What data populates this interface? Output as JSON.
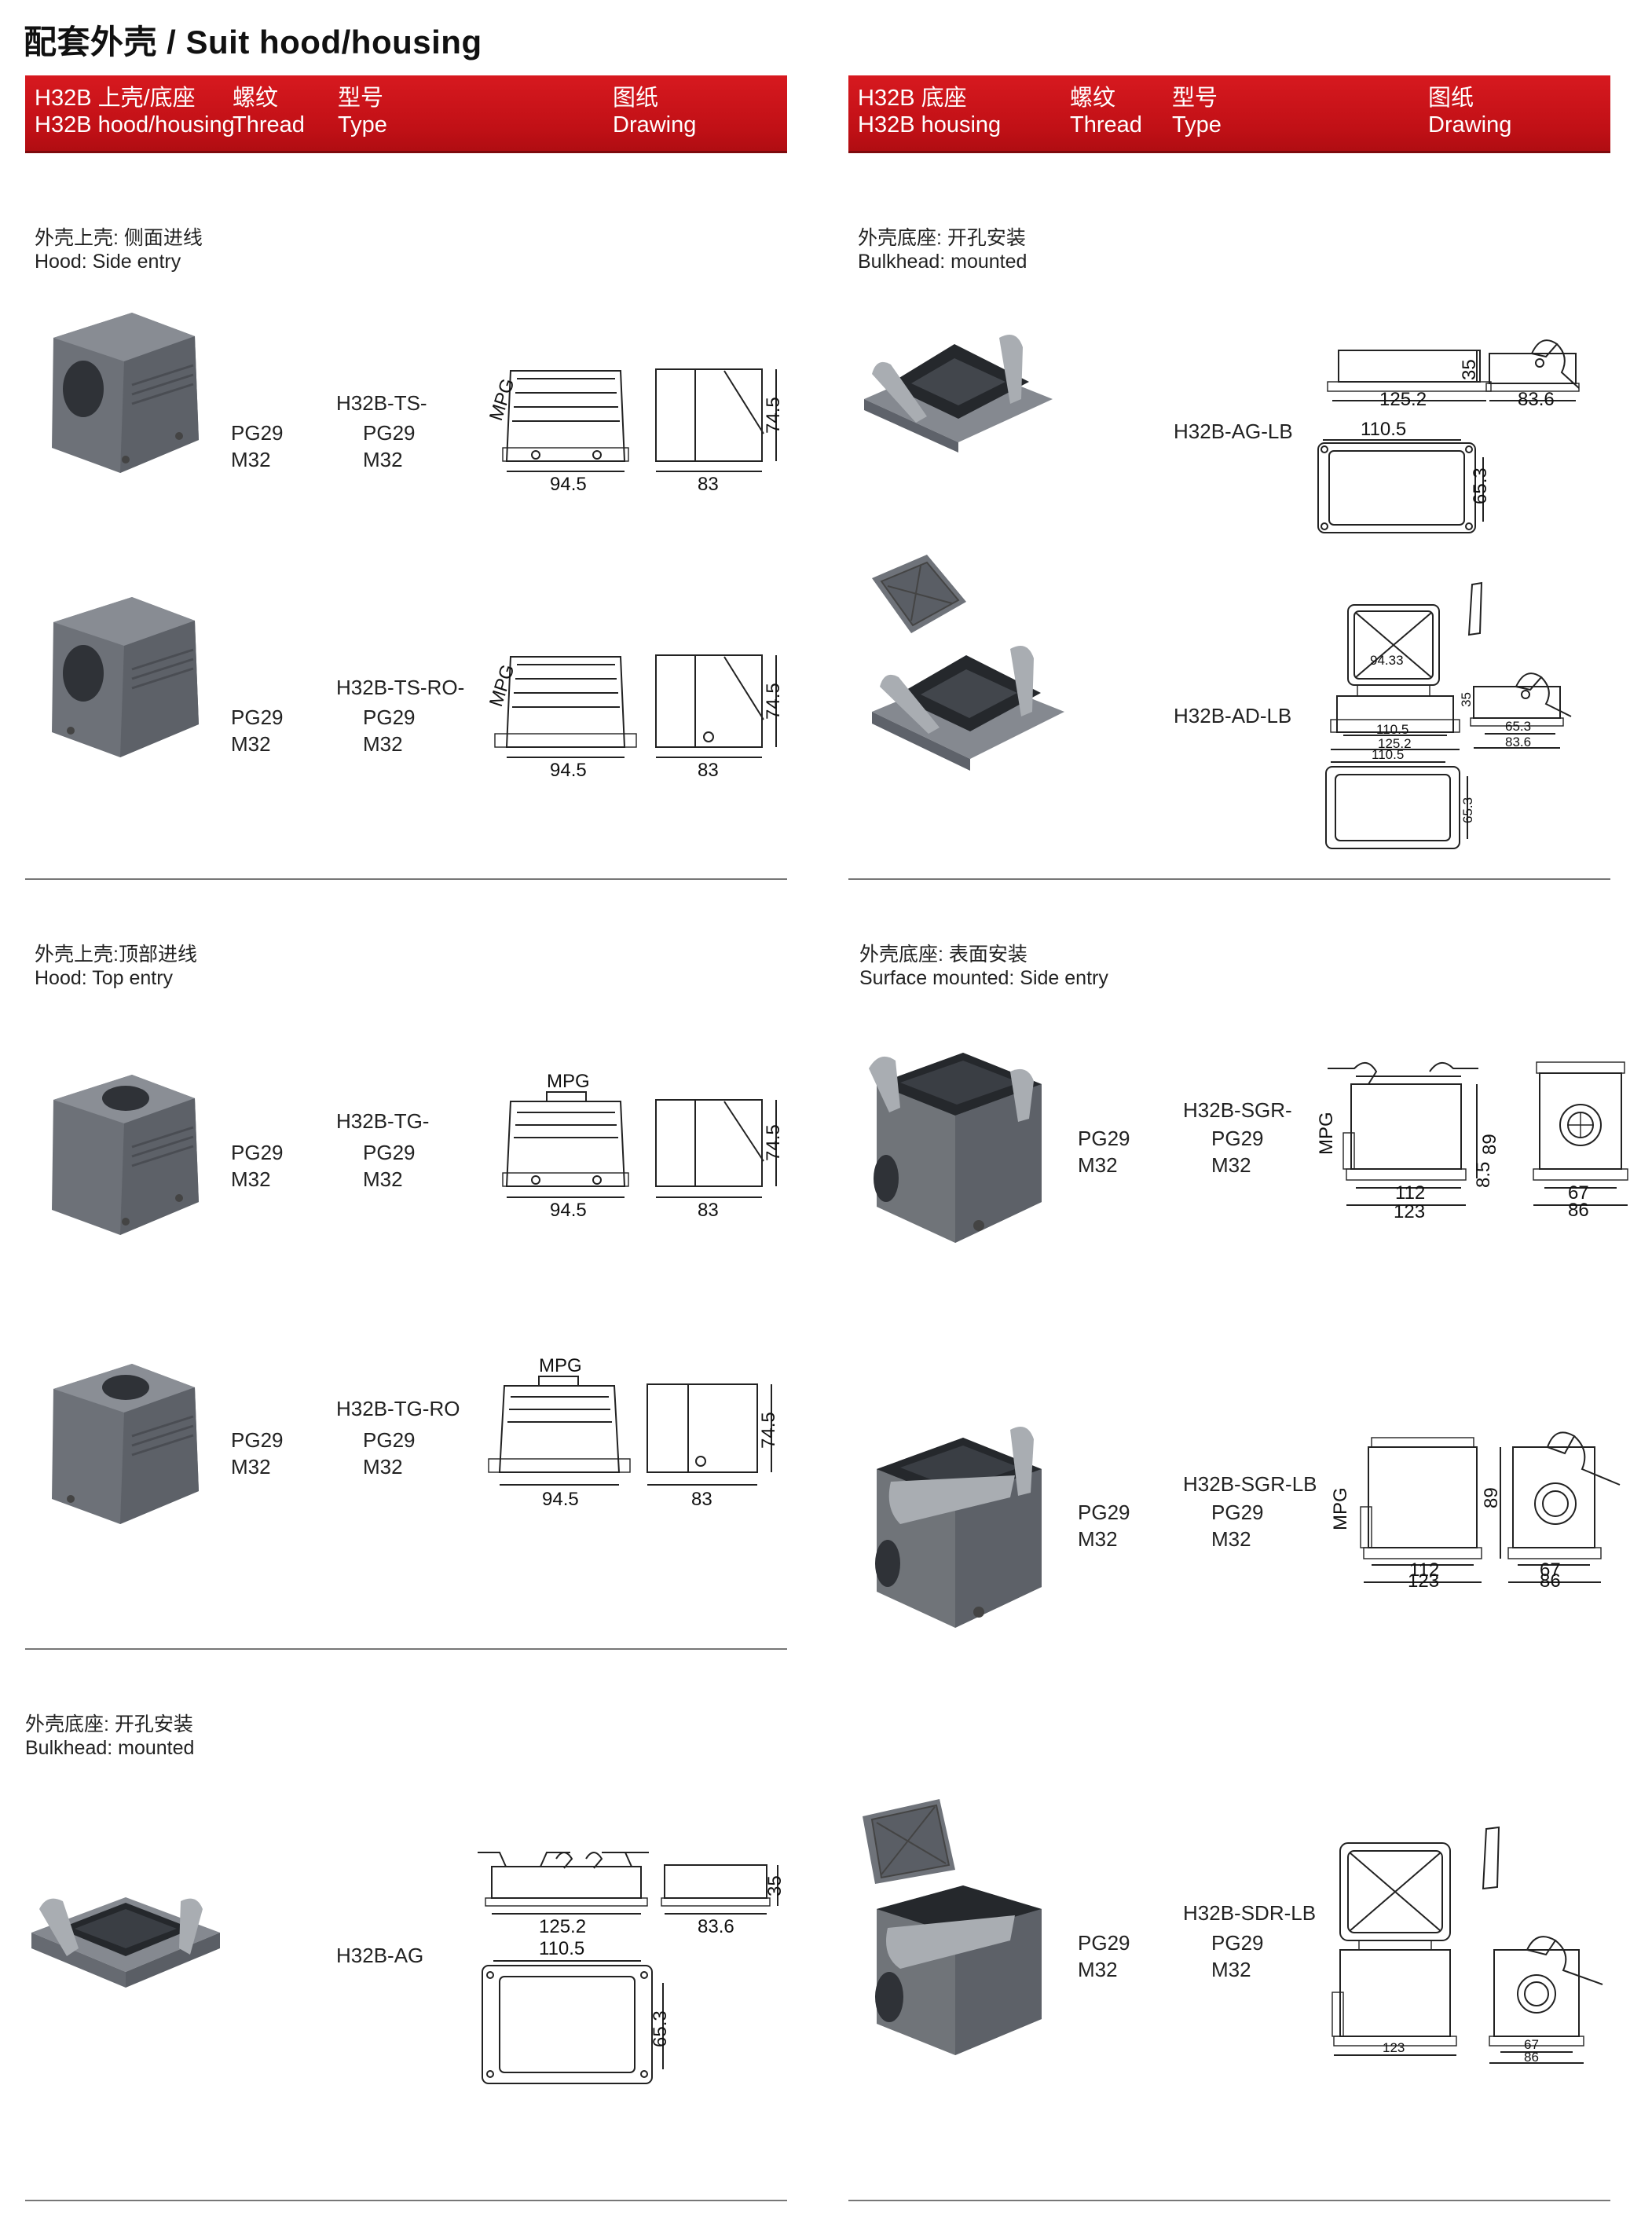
{
  "page": {
    "title": "配套外壳 / Suit hood/housing"
  },
  "colors": {
    "header_red": "#c8141a",
    "product_grey": "#6f737a",
    "frame_dark": "#25282c",
    "hinge_silver": "#a9adb2"
  },
  "header_left": {
    "col1": [
      "H32B 上壳/底座",
      "H32B hood/housing"
    ],
    "col2": [
      "螺纹",
      "Thread"
    ],
    "col3": [
      "型号",
      "Type"
    ],
    "col4": [
      "图纸",
      "Drawing"
    ]
  },
  "header_right": {
    "col1": [
      "H32B 底座",
      "H32B housing"
    ],
    "col2": [
      "螺纹",
      "Thread"
    ],
    "col3": [
      "型号",
      "Type"
    ],
    "col4": [
      "图纸",
      "Drawing"
    ]
  },
  "sections": {
    "hood_side": {
      "zh": "外壳上壳: 侧面进线",
      "en": "Hood: Side entry"
    },
    "hood_top": {
      "zh": "外壳上壳:顶部进线",
      "en": "Hood: Top entry"
    },
    "bulk_left": {
      "zh": "外壳底座: 开孔安装",
      "en": "Bulkhead: mounted"
    },
    "bulk_right": {
      "zh": "外壳底座: 开孔安装",
      "en": "Bulkhead: mounted"
    },
    "surface": {
      "zh": "外壳底座: 表面安装",
      "en": "Surface mounted: Side entry"
    }
  },
  "products": {
    "ts": {
      "type": "H32B-TS-",
      "thread": [
        "PG29",
        "M32"
      ],
      "type_thread": [
        "PG29",
        "M32"
      ],
      "dims": {
        "w": "94.5",
        "d": "83",
        "h": "74.5",
        "mpg": "MPG"
      }
    },
    "ts_ro": {
      "type": "H32B-TS-RO-",
      "thread": [
        "PG29",
        "M32"
      ],
      "type_thread": [
        "PG29",
        "M32"
      ],
      "dims": {
        "w": "94.5",
        "d": "83",
        "h": "74.5",
        "mpg": "MPG"
      }
    },
    "tg": {
      "type": "H32B-TG-",
      "thread": [
        "PG29",
        "M32"
      ],
      "type_thread": [
        "PG29",
        "M32"
      ],
      "dims": {
        "w": "94.5",
        "d": "83",
        "h": "74.5",
        "mpg": "MPG"
      }
    },
    "tg_ro": {
      "type": "H32B-TG-RO",
      "thread": [
        "PG29",
        "M32"
      ],
      "type_thread": [
        "PG29",
        "M32"
      ],
      "dims": {
        "w": "94.5",
        "d": "83",
        "h": "74.5",
        "mpg": "MPG"
      }
    },
    "ag": {
      "type": "H32B-AG",
      "dims": {
        "w": "125.2",
        "d": "83.6",
        "h": "35",
        "inner": "110.5",
        "side": "65.3"
      }
    },
    "ag_lb": {
      "type": "H32B-AG-LB",
      "dims": {
        "w": "125.2",
        "d": "83.6",
        "h": "35",
        "inner": "110.5",
        "side": "65.3"
      }
    },
    "ad_lb": {
      "type": "H32B-AD-LB",
      "dims": {
        "lid": "94.33",
        "inner": "110.5",
        "w": "125.2",
        "h": "35",
        "side": "65.3",
        "d": "83.6",
        "inner2": "110.5",
        "side2": "65.3"
      }
    },
    "sgr": {
      "type": "H32B-SGR-",
      "thread": [
        "PG29",
        "M32"
      ],
      "type_thread": [
        "PG29",
        "M32"
      ],
      "dims": {
        "mpg": "MPG",
        "h": "89",
        "base": "8.5",
        "w1": "112",
        "w2": "123",
        "d1": "67",
        "d2": "86"
      }
    },
    "sgr_lb": {
      "type": "H32B-SGR-LB",
      "thread": [
        "PG29",
        "M32"
      ],
      "type_thread": [
        "PG29",
        "M32"
      ],
      "dims": {
        "mpg": "MPG",
        "h": "89",
        "w1": "112",
        "w2": "123",
        "d1": "67",
        "d2": "86"
      }
    },
    "sdr_lb": {
      "type": "H32B-SDR-LB",
      "thread": [
        "PG29",
        "M32"
      ],
      "type_thread": [
        "PG29",
        "M32"
      ],
      "dims": {
        "w": "123",
        "d1": "67",
        "d2": "86"
      }
    }
  }
}
